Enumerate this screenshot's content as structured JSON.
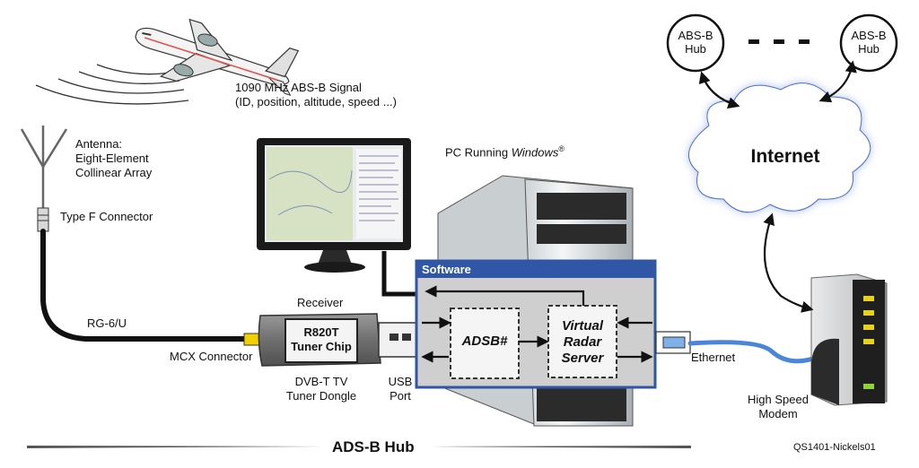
{
  "signal": {
    "line1": "1090 MHz ABS-B Signal",
    "line2": "(ID, position, altitude, speed ...)"
  },
  "antenna": {
    "line1": "Antenna:",
    "line2": "Eight-Element",
    "line3": "Collinear Array"
  },
  "type_f_connector": "Type F Connector",
  "cable": "RG-6/U",
  "mcx_connector": "MCX Connector",
  "receiver": {
    "title": "Receiver",
    "chip_line1": "R820T",
    "chip_line2": "Tuner Chip",
    "caption_line1": "DVB-T TV",
    "caption_line2": "Tuner Dongle"
  },
  "usb_port": {
    "line1": "USB",
    "line2": "Port"
  },
  "pc": {
    "label_prefix": "PC Running ",
    "label_os": "Windows",
    "label_reg": "®"
  },
  "software": {
    "title": "Software",
    "adsb": "ADSB#",
    "vrs_line1": "Virtual",
    "vrs_line2": "Radar",
    "vrs_line3": "Server"
  },
  "ethernet": "Ethernet",
  "modem": {
    "line1": "High Speed",
    "line2": "Modem"
  },
  "internet": "Internet",
  "hub1": {
    "line1": "ABS-B",
    "line2": "Hub"
  },
  "hub2": {
    "line1": "ABS-B",
    "line2": "Hub"
  },
  "footer": {
    "title": "ADS-B Hub",
    "credit": "QS1401-Nickels01"
  },
  "colors": {
    "software_header": "#2f57a6",
    "software_body": "#cfcfcf",
    "cloud_glow": "#6f8fd8",
    "ethernet_cable": "#4a86d8",
    "usb_connector": "#f2d000",
    "modem_light": "#e8d020"
  }
}
